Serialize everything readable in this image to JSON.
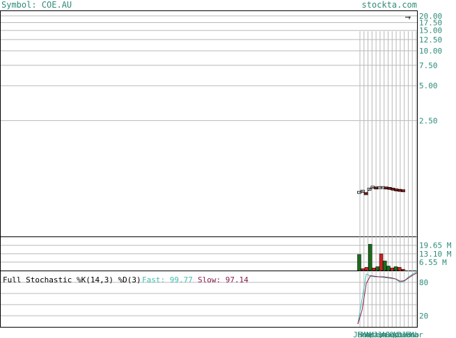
{
  "header": {
    "symbol_label": "Symbol: COE.AU",
    "site": "stockta.com"
  },
  "colors": {
    "accent_text": "#2e8b7a",
    "up": "#1a6b1a",
    "down": "#cc2222",
    "fast": "#3fbfb0",
    "slow": "#8b1a4a"
  },
  "chart_data": [
    {
      "type": "line",
      "name": "price",
      "scale": "log",
      "ylim": [
        0.25,
        22
      ],
      "y_ticks": [
        {
          "label": "20.00",
          "value": 20.0
        },
        {
          "label": "17.50",
          "value": 17.5
        },
        {
          "label": "15.00",
          "value": 15.0
        },
        {
          "label": "12.50",
          "value": 12.5
        },
        {
          "label": "10.00",
          "value": 10.0
        },
        {
          "label": "7.50",
          "value": 7.5
        },
        {
          "label": "5.00",
          "value": 5.0
        },
        {
          "label": "2.50",
          "value": 2.5
        }
      ],
      "series": [
        {
          "values": [
            0.6,
            0.615,
            0.585,
            0.64,
            0.665,
            0.655,
            0.66,
            0.66,
            0.655,
            0.65,
            0.64,
            0.63,
            0.625,
            0.62
          ]
        }
      ]
    },
    {
      "type": "bar",
      "name": "volume",
      "ylim": [
        0,
        26
      ],
      "y_ticks": [
        {
          "label": "19.65 M",
          "value": 19.65
        },
        {
          "label": "13.10 M",
          "value": 13.1
        },
        {
          "label": "6.55 M",
          "value": 6.55
        }
      ],
      "values": [
        12.5,
        1.5,
        2.5,
        20.5,
        2.0,
        3.0,
        13.0,
        7.5,
        3.5,
        2.0,
        3.0,
        2.5,
        1.0
      ],
      "direction": [
        "up",
        "down",
        "down",
        "up",
        "down",
        "up",
        "down",
        "up",
        "up",
        "down",
        "up",
        "down",
        "down"
      ]
    },
    {
      "type": "line",
      "name": "stochastic",
      "title": "Full Stochastic %K(14,3) %D(3)",
      "ylim": [
        0,
        100
      ],
      "y_ticks": [
        {
          "label": "80",
          "value": 80
        },
        {
          "label": "20",
          "value": 20
        }
      ],
      "fast_label": "Fast: 99.77",
      "slow_label": "Slow: 97.14",
      "series": [
        {
          "name": "Fast",
          "values": [
            5,
            50,
            95,
            91,
            90,
            90,
            89,
            88,
            87,
            86,
            80,
            82,
            90,
            95,
            99.77
          ]
        },
        {
          "name": "Slow",
          "values": [
            5,
            30,
            78,
            92,
            91,
            90,
            90,
            89,
            88,
            86,
            82,
            83,
            88,
            93,
            97.14
          ]
        }
      ],
      "x_labels": [
        "Jan",
        "Feb",
        "Mar",
        "Apr",
        "May",
        "Jun",
        "Jul",
        "Aug",
        "Sep",
        "Oct",
        "Nov",
        "Dec",
        "Jan",
        "Feb",
        "Mar"
      ]
    }
  ]
}
